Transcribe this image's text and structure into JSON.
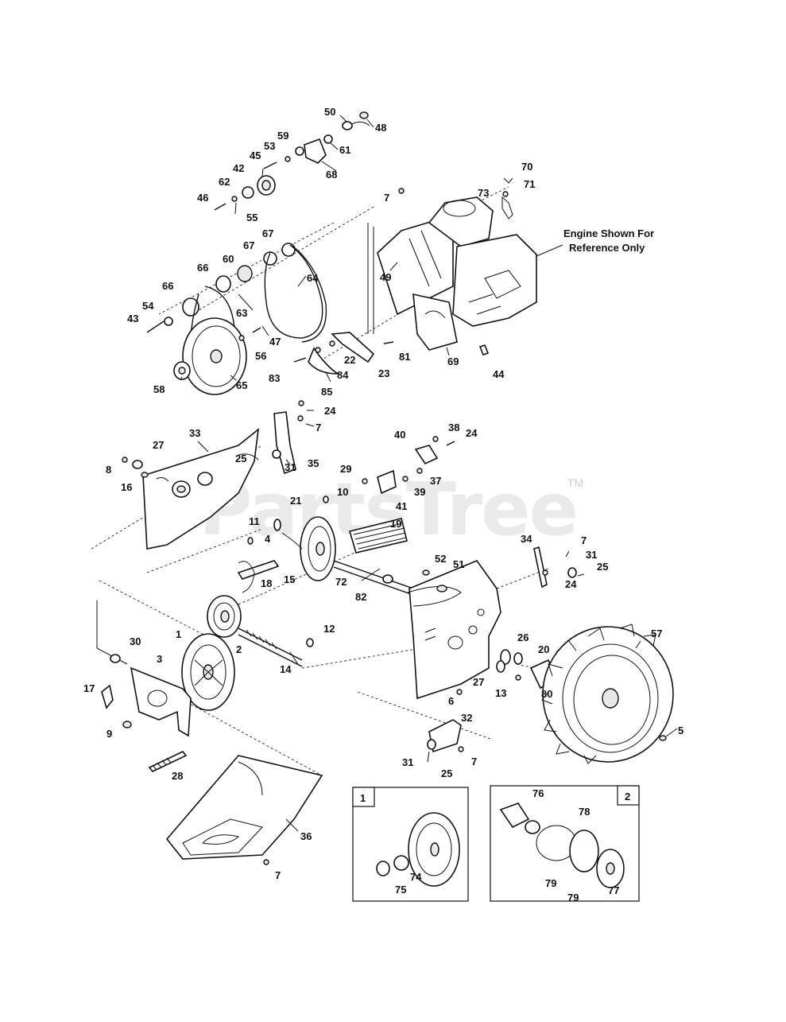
{
  "watermark": {
    "text": "PartsTree",
    "trademark": "TM"
  },
  "engine_note": {
    "line1": "Engine Shown For",
    "line2": "Reference Only"
  },
  "insets": [
    {
      "label": "1",
      "parts": [
        "74",
        "75"
      ]
    },
    {
      "label": "2",
      "parts": [
        "76",
        "77",
        "78",
        "79",
        "79"
      ]
    }
  ],
  "callouts": [
    {
      "id": "c50",
      "label": "50"
    },
    {
      "id": "c48",
      "label": "48"
    },
    {
      "id": "c59",
      "label": "59"
    },
    {
      "id": "c53",
      "label": "53"
    },
    {
      "id": "c61",
      "label": "61"
    },
    {
      "id": "c45",
      "label": "45"
    },
    {
      "id": "c68",
      "label": "68"
    },
    {
      "id": "c42",
      "label": "42"
    },
    {
      "id": "c70",
      "label": "70"
    },
    {
      "id": "c62",
      "label": "62"
    },
    {
      "id": "c73",
      "label": "73"
    },
    {
      "id": "c71",
      "label": "71"
    },
    {
      "id": "c46",
      "label": "46"
    },
    {
      "id": "c55",
      "label": "55"
    },
    {
      "id": "c7a",
      "label": "7"
    },
    {
      "id": "c67a",
      "label": "67"
    },
    {
      "id": "c67b",
      "label": "67"
    },
    {
      "id": "c60",
      "label": "60"
    },
    {
      "id": "c66a",
      "label": "66"
    },
    {
      "id": "c64",
      "label": "64"
    },
    {
      "id": "c49",
      "label": "49"
    },
    {
      "id": "c66b",
      "label": "66"
    },
    {
      "id": "c54",
      "label": "54"
    },
    {
      "id": "c63",
      "label": "63"
    },
    {
      "id": "c43",
      "label": "43"
    },
    {
      "id": "c47",
      "label": "47"
    },
    {
      "id": "c56",
      "label": "56"
    },
    {
      "id": "c22",
      "label": "22"
    },
    {
      "id": "c81",
      "label": "81"
    },
    {
      "id": "c69",
      "label": "69"
    },
    {
      "id": "c23",
      "label": "23"
    },
    {
      "id": "c84",
      "label": "84"
    },
    {
      "id": "c83",
      "label": "83"
    },
    {
      "id": "c44",
      "label": "44"
    },
    {
      "id": "c58",
      "label": "58"
    },
    {
      "id": "c65",
      "label": "65"
    },
    {
      "id": "c85",
      "label": "85"
    },
    {
      "id": "c24a",
      "label": "24"
    },
    {
      "id": "c7b",
      "label": "7"
    },
    {
      "id": "c33",
      "label": "33"
    },
    {
      "id": "c40",
      "label": "40"
    },
    {
      "id": "c38",
      "label": "38"
    },
    {
      "id": "c24b",
      "label": "24"
    },
    {
      "id": "c27a",
      "label": "27"
    },
    {
      "id": "c25a",
      "label": "25"
    },
    {
      "id": "c31a",
      "label": "31"
    },
    {
      "id": "c35",
      "label": "35"
    },
    {
      "id": "c8",
      "label": "8"
    },
    {
      "id": "c29",
      "label": "29"
    },
    {
      "id": "c37",
      "label": "37"
    },
    {
      "id": "c16",
      "label": "16"
    },
    {
      "id": "c39",
      "label": "39"
    },
    {
      "id": "c10",
      "label": "10"
    },
    {
      "id": "c41",
      "label": "41"
    },
    {
      "id": "c21",
      "label": "21"
    },
    {
      "id": "c19",
      "label": "19"
    },
    {
      "id": "c11",
      "label": "11"
    },
    {
      "id": "c34",
      "label": "34"
    },
    {
      "id": "c7c",
      "label": "7"
    },
    {
      "id": "c4",
      "label": "4"
    },
    {
      "id": "c31b",
      "label": "31"
    },
    {
      "id": "c52",
      "label": "52"
    },
    {
      "id": "c51",
      "label": "51"
    },
    {
      "id": "c25b",
      "label": "25"
    },
    {
      "id": "c24c",
      "label": "24"
    },
    {
      "id": "c18",
      "label": "18"
    },
    {
      "id": "c15",
      "label": "15"
    },
    {
      "id": "c72",
      "label": "72"
    },
    {
      "id": "c82",
      "label": "82"
    },
    {
      "id": "c57",
      "label": "57"
    },
    {
      "id": "c1",
      "label": "1"
    },
    {
      "id": "c30",
      "label": "30"
    },
    {
      "id": "c12",
      "label": "12"
    },
    {
      "id": "c26",
      "label": "26"
    },
    {
      "id": "c20",
      "label": "20"
    },
    {
      "id": "c2",
      "label": "2"
    },
    {
      "id": "c3",
      "label": "3"
    },
    {
      "id": "c14",
      "label": "14"
    },
    {
      "id": "c27b",
      "label": "27"
    },
    {
      "id": "c13",
      "label": "13"
    },
    {
      "id": "c80",
      "label": "80"
    },
    {
      "id": "c17",
      "label": "17"
    },
    {
      "id": "c6",
      "label": "6"
    },
    {
      "id": "c5",
      "label": "5"
    },
    {
      "id": "c9",
      "label": "9"
    },
    {
      "id": "c32",
      "label": "32"
    },
    {
      "id": "c31c",
      "label": "31"
    },
    {
      "id": "c7d",
      "label": "7"
    },
    {
      "id": "c25c",
      "label": "25"
    },
    {
      "id": "c28",
      "label": "28"
    },
    {
      "id": "c36",
      "label": "36"
    },
    {
      "id": "c7e",
      "label": "7"
    }
  ]
}
